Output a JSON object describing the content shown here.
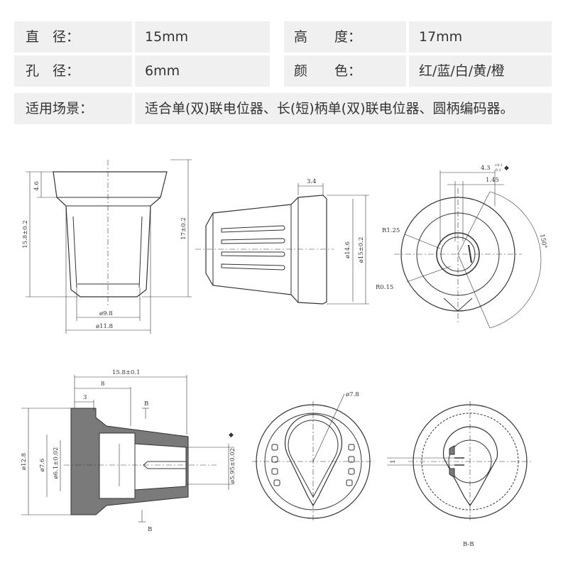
{
  "specs": {
    "diameter_label": "直　径：",
    "diameter_value": "15mm",
    "height_label": "高　　度：",
    "height_value": "17mm",
    "hole_label": "孔　径：",
    "hole_value": "6mm",
    "color_label": "颜　　色：",
    "color_value": "红/蓝/白/黄/橙",
    "usage_label": "适用场景：",
    "usage_value": "适合单(双)联电位器、长(短)柄单(双)联电位器、圆柄编码器。"
  },
  "drawing": {
    "d_4_6": "4.6",
    "d_15_8": "15.8±0.2",
    "d_17": "17±0.2",
    "d_9_8": "ø9.8",
    "d_11_8": "ø11.8",
    "d_3_4": "3.4",
    "d_14_6": "ø14.6",
    "d_15": "ø15±0.2",
    "d_4_3": "4.3",
    "d_tol_up": "+0.1",
    "d_tol_dn": "-0.1",
    "d_1_45": "1.45",
    "d_150": "150°",
    "d_r1_25": "R1.25",
    "d_r0_15": "R0.15",
    "d_15_8b": "15.8±0.1",
    "d_8": "8",
    "d_3": "3",
    "d_B": "B",
    "d_12_8": "ø12.8",
    "d_7_6": "ø7.6",
    "d_6_1": "ø6.1±0.02",
    "d_5_95": "ø5.95±0.02",
    "d_7_8": "ø7.8",
    "d_1": "1",
    "d_BB": "B-B"
  },
  "colors": {
    "row_bg": "#f0f0f0",
    "fill_gray": "#7a7a7a",
    "line": "#333333"
  }
}
